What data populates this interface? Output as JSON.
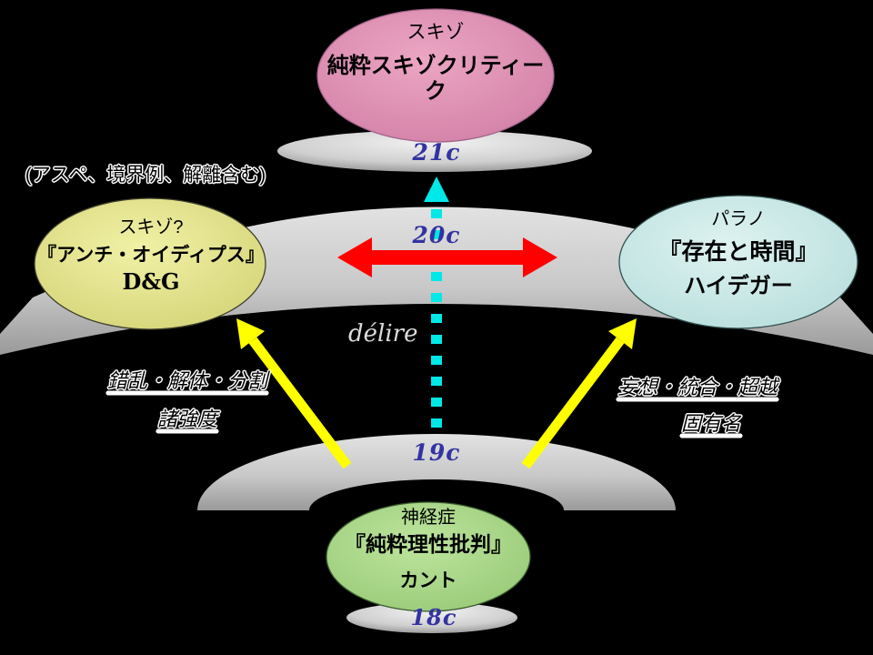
{
  "slide": {
    "background": "#000000",
    "timeline": {
      "c21": "21c",
      "c20": "20c",
      "c19": "19c",
      "c18": "18c",
      "label_color": "#3333a2"
    },
    "nodes": {
      "schizo": {
        "tag": "スキゾ",
        "title": "純粋スキゾクリティーク",
        "fill": "#e094b6"
      },
      "dg": {
        "tag": "スキゾ?",
        "title": "『アンチ・オイディプス』",
        "author": "D&G",
        "fill": "#e4e492"
      },
      "paranoia": {
        "tag": "パラノ",
        "title": "『存在と時間』",
        "author": "ハイデガー",
        "fill": "#cfe9e6"
      },
      "neurosis": {
        "tag": "神経症",
        "title": "『純粋理性批判』",
        "author": "カント",
        "fill": "#aad586"
      }
    },
    "annotations": {
      "aside": "(アスペ、境界例、解離含む)",
      "delire": "délire",
      "left_process": "錯乱・解体・分割",
      "left_keyword": "諸強度",
      "right_process": "妄想・統合・超越",
      "right_keyword": "固有名"
    },
    "arrows": {
      "horizontal_color": "#ff0000",
      "vertical_color": "#00e8e8",
      "diagonal_color": "#ffff00"
    },
    "arch_color_top": "#dedede",
    "arch_color_bottom": "#a0a0a0"
  }
}
